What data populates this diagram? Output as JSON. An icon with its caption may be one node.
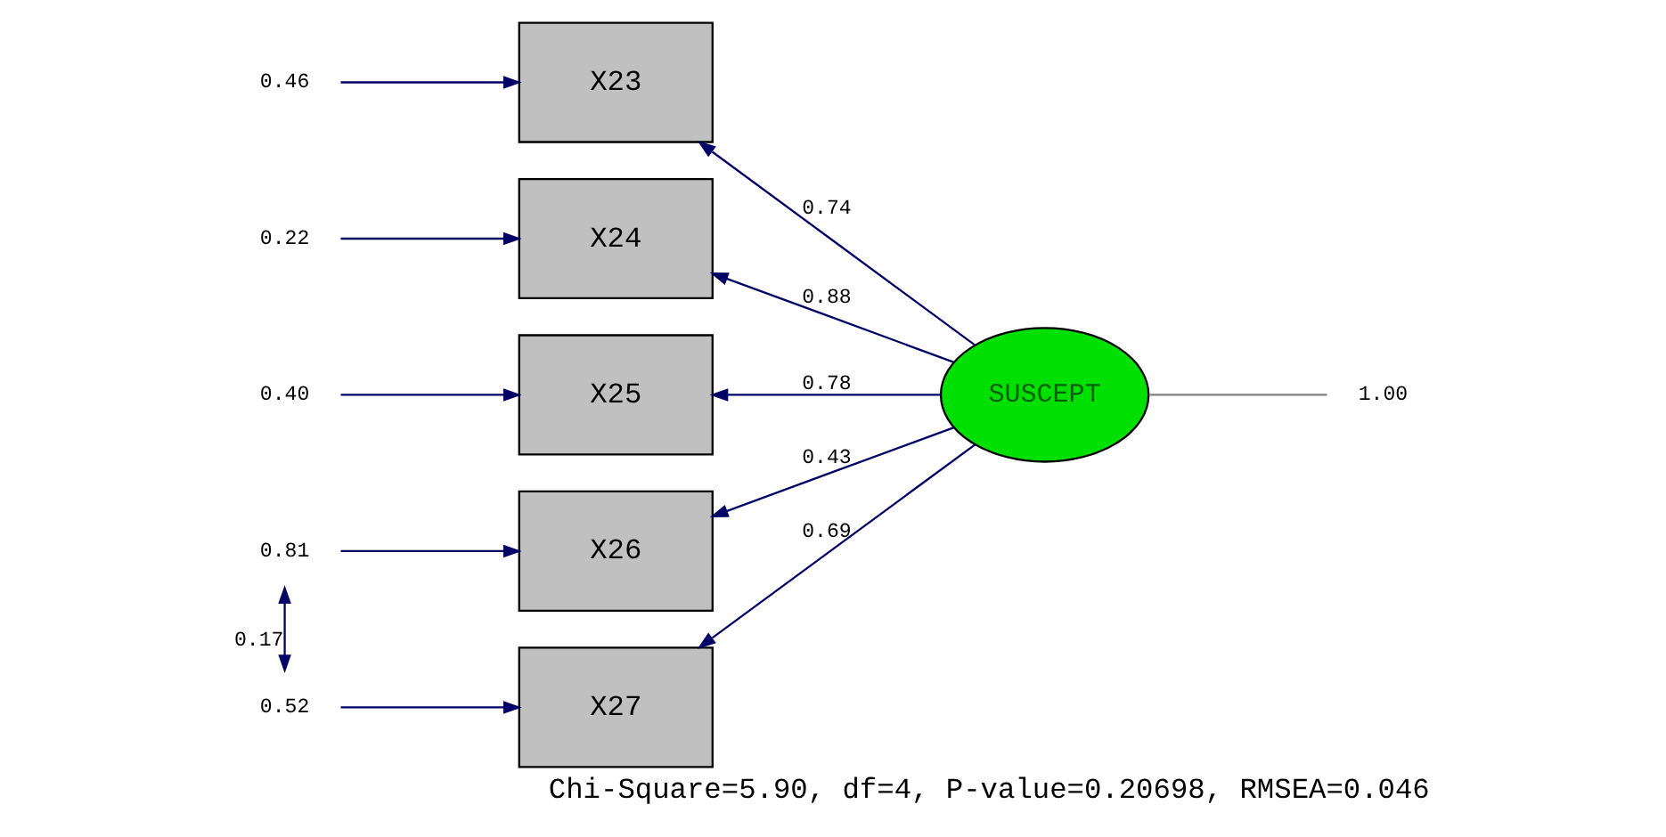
{
  "diagram": {
    "caption": "Chi-Square=5.90, df=4, P-value=0.20698, RMSEA=0.046",
    "nodes": [
      {
        "text": [
          "0.46"
        ]
      },
      {
        "text": [
          "X23"
        ]
      },
      {
        "text": [
          "0.22"
        ]
      },
      {
        "text": [
          "X24"
        ]
      },
      {
        "text": [
          "0.40"
        ]
      },
      {
        "text": [
          "X25"
        ]
      },
      {
        "text": [
          "0.81"
        ]
      },
      {
        "text": [
          "X26"
        ]
      },
      {
        "text": [
          "0.52"
        ]
      },
      {
        "text": [
          "X27"
        ]
      },
      {
        "text": [
          "SUSCEPT"
        ]
      },
      {
        "text": [
          "1.00"
        ]
      }
    ],
    "edges": [
      {
        "from": 0,
        "to": 1,
        "arrow": "to"
      },
      {
        "from": 2,
        "to": 3,
        "arrow": "to"
      },
      {
        "from": 4,
        "to": 5,
        "arrow": "to"
      },
      {
        "from": 6,
        "to": 7,
        "arrow": "to"
      },
      {
        "from": 8,
        "to": 9,
        "arrow": "to"
      },
      {
        "from": 6,
        "to": 8,
        "arrow": "both",
        "label": "0.17"
      },
      {
        "from": 10,
        "to": 1,
        "arrow": "to",
        "label": "0.74"
      },
      {
        "from": 10,
        "to": 3,
        "arrow": "to",
        "label": "0.88"
      },
      {
        "from": 10,
        "to": 5,
        "arrow": "to",
        "label": "0.78"
      },
      {
        "from": 10,
        "to": 7,
        "arrow": "to",
        "label": "0.43"
      },
      {
        "from": 10,
        "to": 9,
        "arrow": "to",
        "label": "0.69"
      },
      {
        "from": 10,
        "to": 11,
        "arrow": "none",
        "color": "#808080"
      }
    ]
  }
}
